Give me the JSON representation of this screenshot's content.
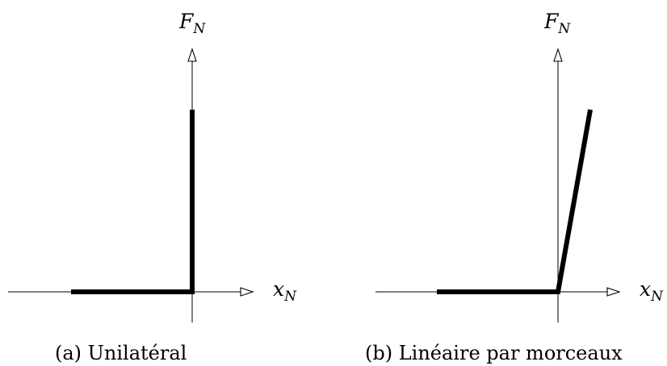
{
  "panels": [
    {
      "axis_y": {
        "symbol": "F",
        "subscript": "N"
      },
      "axis_x": {
        "symbol": "x",
        "subscript": "N"
      },
      "caption": "(a) Unilatéral"
    },
    {
      "axis_y": {
        "symbol": "F",
        "subscript": "N"
      },
      "axis_x": {
        "symbol": "x",
        "subscript": "N"
      },
      "caption": "(b) Linéaire par morceaux"
    }
  ]
}
